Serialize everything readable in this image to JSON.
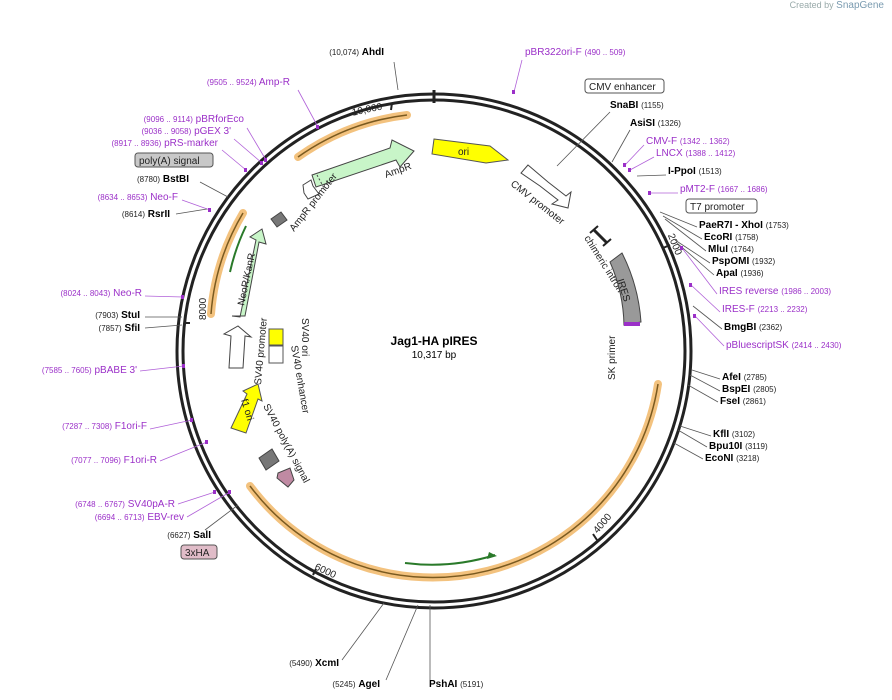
{
  "credit": {
    "prefix": "Created by",
    "brand": "SnapGene"
  },
  "map": {
    "name": "Jag1-HA pIRES",
    "size": "10,317 bp"
  },
  "ticks": [
    "10,000",
    "2000",
    "4000",
    "6000",
    "8000"
  ],
  "features": [
    "ori",
    "AmpR",
    "AmpR promoter",
    "CMV promoter",
    "chimeric intron",
    "IRES",
    "SK primer",
    "NeoR/KanR",
    "SV40 promoter",
    "SV40 ori",
    "SV40 enhancer",
    "f1 ori",
    "SV40 poly(A) signal"
  ],
  "boxed": [
    "CMV enhancer",
    "T7 promoter",
    "poly(A) signal",
    "3xHA"
  ],
  "labels": [
    {
      "name": "AhdI",
      "pos": "(10,074)",
      "kind": "enzyme"
    },
    {
      "name": "pBR322ori-F",
      "pos": "(490 .. 509)",
      "kind": "primer"
    },
    {
      "name": "Amp-R",
      "pos": "(9505 .. 9524)",
      "kind": "primer"
    },
    {
      "name": "SnaBI",
      "pos": "(1155)",
      "kind": "enzyme"
    },
    {
      "name": "AsiSI",
      "pos": "(1326)",
      "kind": "enzyme"
    },
    {
      "name": "pBRforEco",
      "pos": "(9096 .. 9114)",
      "kind": "primer"
    },
    {
      "name": "CMV-F",
      "pos": "(1342 .. 1362)",
      "kind": "primer"
    },
    {
      "name": "pGEX 3'",
      "pos": "(9036 .. 9058)",
      "kind": "primer"
    },
    {
      "name": "LNCX",
      "pos": "(1388 .. 1412)",
      "kind": "primer"
    },
    {
      "name": "pRS-marker",
      "pos": "(8917 .. 8936)",
      "kind": "primer"
    },
    {
      "name": "I-PpoI",
      "pos": "(1513)",
      "kind": "enzyme"
    },
    {
      "name": "BstBI",
      "pos": "(8780)",
      "kind": "enzyme"
    },
    {
      "name": "pMT2-F",
      "pos": "(1667 .. 1686)",
      "kind": "primer"
    },
    {
      "name": "Neo-F",
      "pos": "(8634 .. 8653)",
      "kind": "primer"
    },
    {
      "name": "RsrII",
      "pos": "(8614)",
      "kind": "enzyme"
    },
    {
      "name": "PaeR7I - XhoI",
      "pos": "(1753)",
      "kind": "enzyme"
    },
    {
      "name": "EcoRI",
      "pos": "(1758)",
      "kind": "enzyme"
    },
    {
      "name": "MluI",
      "pos": "(1764)",
      "kind": "enzyme"
    },
    {
      "name": "PspOMI",
      "pos": "(1932)",
      "kind": "enzyme"
    },
    {
      "name": "ApaI",
      "pos": "(1936)",
      "kind": "enzyme"
    },
    {
      "name": "IRES reverse",
      "pos": "(1986 .. 2003)",
      "kind": "primer"
    },
    {
      "name": "Neo-R",
      "pos": "(8024 .. 8043)",
      "kind": "primer"
    },
    {
      "name": "IRES-F",
      "pos": "(2213 .. 2232)",
      "kind": "primer"
    },
    {
      "name": "StuI",
      "pos": "(7903)",
      "kind": "enzyme"
    },
    {
      "name": "SfiI",
      "pos": "(7857)",
      "kind": "enzyme"
    },
    {
      "name": "BmgBI",
      "pos": "(2362)",
      "kind": "enzyme"
    },
    {
      "name": "pBluescriptSK",
      "pos": "(2414 .. 2430)",
      "kind": "primer"
    },
    {
      "name": "pBABE 3'",
      "pos": "(7585 .. 7605)",
      "kind": "primer"
    },
    {
      "name": "AfeI",
      "pos": "(2785)",
      "kind": "enzyme"
    },
    {
      "name": "BspEI",
      "pos": "(2805)",
      "kind": "enzyme"
    },
    {
      "name": "FseI",
      "pos": "(2861)",
      "kind": "enzyme"
    },
    {
      "name": "F1ori-F",
      "pos": "(7287 .. 7308)",
      "kind": "primer"
    },
    {
      "name": "KflI",
      "pos": "(3102)",
      "kind": "enzyme"
    },
    {
      "name": "Bpu10I",
      "pos": "(3119)",
      "kind": "enzyme"
    },
    {
      "name": "F1ori-R",
      "pos": "(7077 .. 7096)",
      "kind": "primer"
    },
    {
      "name": "EcoNI",
      "pos": "(3218)",
      "kind": "enzyme"
    },
    {
      "name": "SV40pA-R",
      "pos": "(6748 .. 6767)",
      "kind": "primer"
    },
    {
      "name": "EBV-rev",
      "pos": "(6694 .. 6713)",
      "kind": "primer"
    },
    {
      "name": "SalI",
      "pos": "(6627)",
      "kind": "enzyme"
    },
    {
      "name": "XcmI",
      "pos": "(5490)",
      "kind": "enzyme"
    },
    {
      "name": "AgeI",
      "pos": "(5245)",
      "kind": "enzyme"
    },
    {
      "name": "PshAI",
      "pos": "(5191)",
      "kind": "enzyme"
    }
  ],
  "colors": {
    "ring": "#222222",
    "enzyme": "#000000",
    "primer": "#9b30c8",
    "ori": "#ffff00",
    "amp": "#c8f5c8",
    "orf": "#f0b35e",
    "ires": "#999999",
    "sv40pa": "#c08aa3",
    "grey_box": "#777777"
  }
}
